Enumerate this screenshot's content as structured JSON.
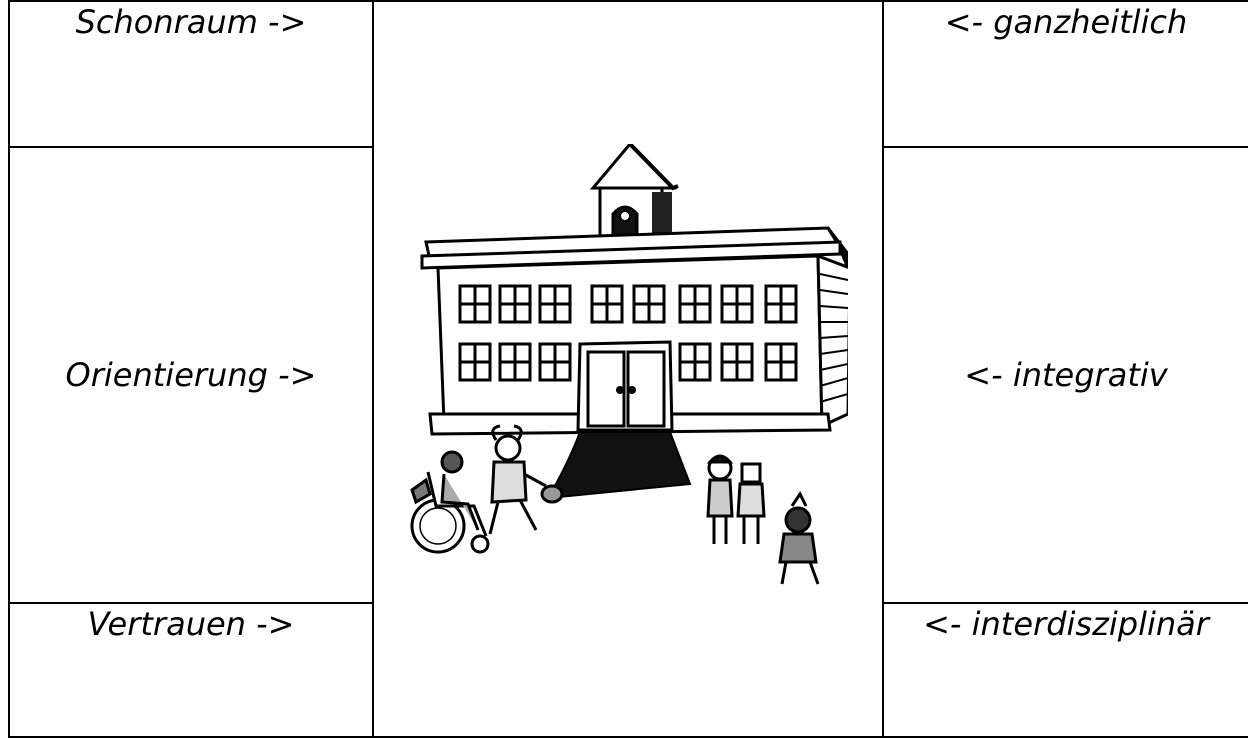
{
  "left_column": {
    "top_label": "Schonraum ->",
    "middle_label": "Orientierung ->",
    "bottom_label": "Vertrauen ->"
  },
  "right_column": {
    "top_label": "<- ganzheitlich",
    "middle_label": "<- integrativ",
    "bottom_label": "<- interdisziplinär"
  },
  "illustration": {
    "icon": "school-building-icon",
    "figures": [
      "child-in-wheelchair-icon",
      "child-with-bag-icon",
      "two-children-icon",
      "small-child-icon"
    ]
  }
}
